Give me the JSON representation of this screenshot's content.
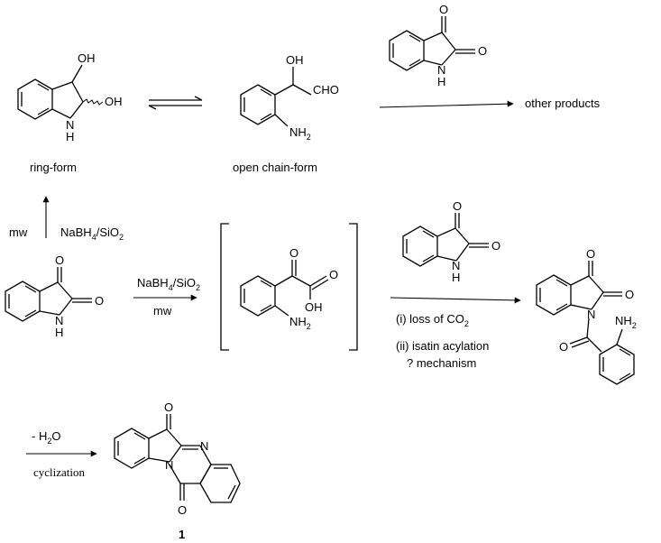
{
  "structures": {
    "ring_form": {
      "label": "ring-form",
      "atoms": {
        "oh_top": "OH",
        "oh_side": "OH",
        "nh_n": "N",
        "nh_h": "H"
      }
    },
    "open_chain_form": {
      "label": "open chain-form",
      "atoms": {
        "oh": "OH",
        "cho": "CHO",
        "nh2": "NH",
        "nh2_sub": "2"
      }
    },
    "isatin_start": {
      "atoms": {
        "o1": "O",
        "o2": "O",
        "n": "N",
        "h": "H"
      }
    },
    "isatin_top": {
      "atoms": {
        "o1": "O",
        "o2": "O",
        "n": "N",
        "h": "H"
      }
    },
    "isatin_reagent": {
      "atoms": {
        "o1": "O",
        "o2": "O",
        "n": "N",
        "h": "H"
      }
    },
    "keto_acid": {
      "atoms": {
        "o_keto": "O",
        "o_acid": "O",
        "oh": "OH",
        "nh2": "NH",
        "nh2_sub": "2"
      }
    },
    "acyl_isatin": {
      "atoms": {
        "o1": "O",
        "o2": "O",
        "n": "N",
        "o_amide": "O",
        "nh2": "NH",
        "nh2_sub": "2"
      }
    },
    "tryptanthrin": {
      "atoms": {
        "o_top": "O",
        "o_bottom": "O",
        "n1": "N",
        "n2": "N"
      },
      "label": "1"
    }
  },
  "reactions": {
    "equilibrium": {},
    "other_products": {
      "label": "other products"
    },
    "mw_up": {
      "mw": "mw",
      "reagent_main": "NaBH",
      "reagent_sub1": "4",
      "reagent_mid": "/SiO",
      "reagent_sub2": "2"
    },
    "to_keto_acid": {
      "reagent_main": "NaBH",
      "reagent_sub1": "4",
      "reagent_mid": "/SiO",
      "reagent_sub2": "2",
      "mw": "mw"
    },
    "to_acyl_isatin": {
      "step1_main": "(i) loss of CO",
      "step1_sub": "2",
      "step2": "(ii) isatin acylation",
      "step3": "? mechanism"
    },
    "cyclization": {
      "above_main": "- H",
      "above_sub": "2",
      "above_end": "O",
      "below": "cyclization"
    }
  }
}
